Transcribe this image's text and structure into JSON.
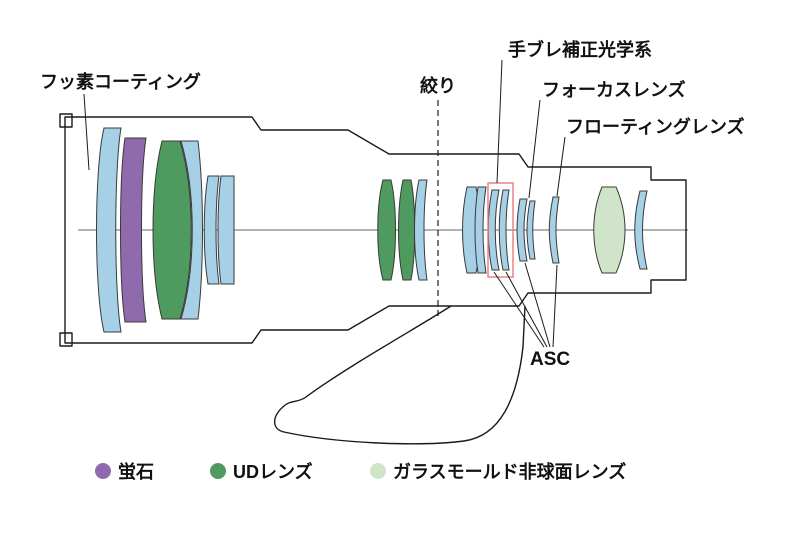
{
  "diagram": {
    "labels": {
      "fluorine_coating": "フッ素コーティング",
      "aperture": "絞り",
      "stabilizer": "手ブレ補正光学系",
      "focus_lens": "フォーカスレンズ",
      "floating_lens": "フローティングレンズ",
      "asc": "ASC"
    },
    "legend": [
      {
        "label": "蛍石",
        "color": "#8f6bae"
      },
      {
        "label": "UDレンズ",
        "color": "#4e9a5f"
      },
      {
        "label": "ガラスモールド非球面レンズ",
        "color": "#cfe4c8"
      }
    ],
    "colors": {
      "glass": "#a6d0e6",
      "fluorite": "#8f6bae",
      "ud": "#4e9a5f",
      "aspherical": "#cfe4c8",
      "highlight": "#e87b7b",
      "line": "#1a1a1a"
    }
  }
}
